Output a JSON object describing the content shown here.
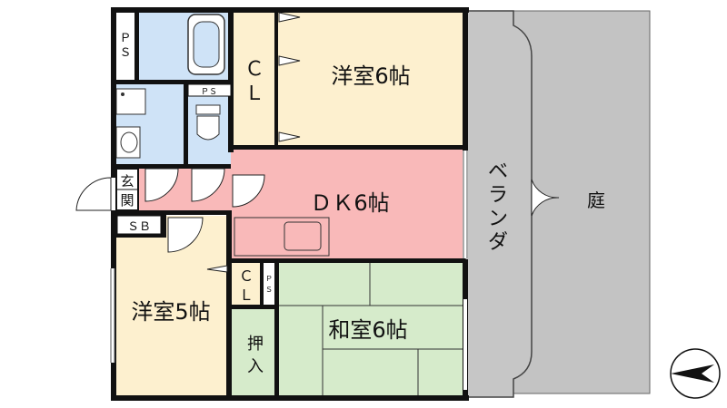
{
  "rooms": {
    "western_room_north": "洋室6帖",
    "dk": "ＤＫ6帖",
    "western_room_south": "洋室5帖",
    "japanese_room": "和室6帖"
  },
  "labels": {
    "closet_north": [
      "Ｃ",
      "Ｌ"
    ],
    "closet_south": [
      "Ｃ",
      "Ｌ"
    ],
    "pipe_space_top": [
      "Ｐ",
      "Ｓ"
    ],
    "pipe_space_toilet": "ＰＳ",
    "pipe_space_small": [
      "Ｐ",
      "Ｓ"
    ],
    "entrance": [
      "玄",
      "関"
    ],
    "shoe_box": "ＳＢ",
    "oshiire": [
      "押",
      "入"
    ],
    "veranda": [
      "ベ",
      "ラ",
      "ン",
      "ダ"
    ],
    "garden": "庭"
  },
  "colors": {
    "wall": "#111111",
    "western_room": "#fdf0cf",
    "dk": "#f9b9b9",
    "japanese_room": "#d6ebcb",
    "wet_area": "#cfe3f7",
    "veranda": "#c3c3c3",
    "closet": "#fdf0cf",
    "white": "#ffffff"
  },
  "compass_icon": "north-arrow-icon"
}
